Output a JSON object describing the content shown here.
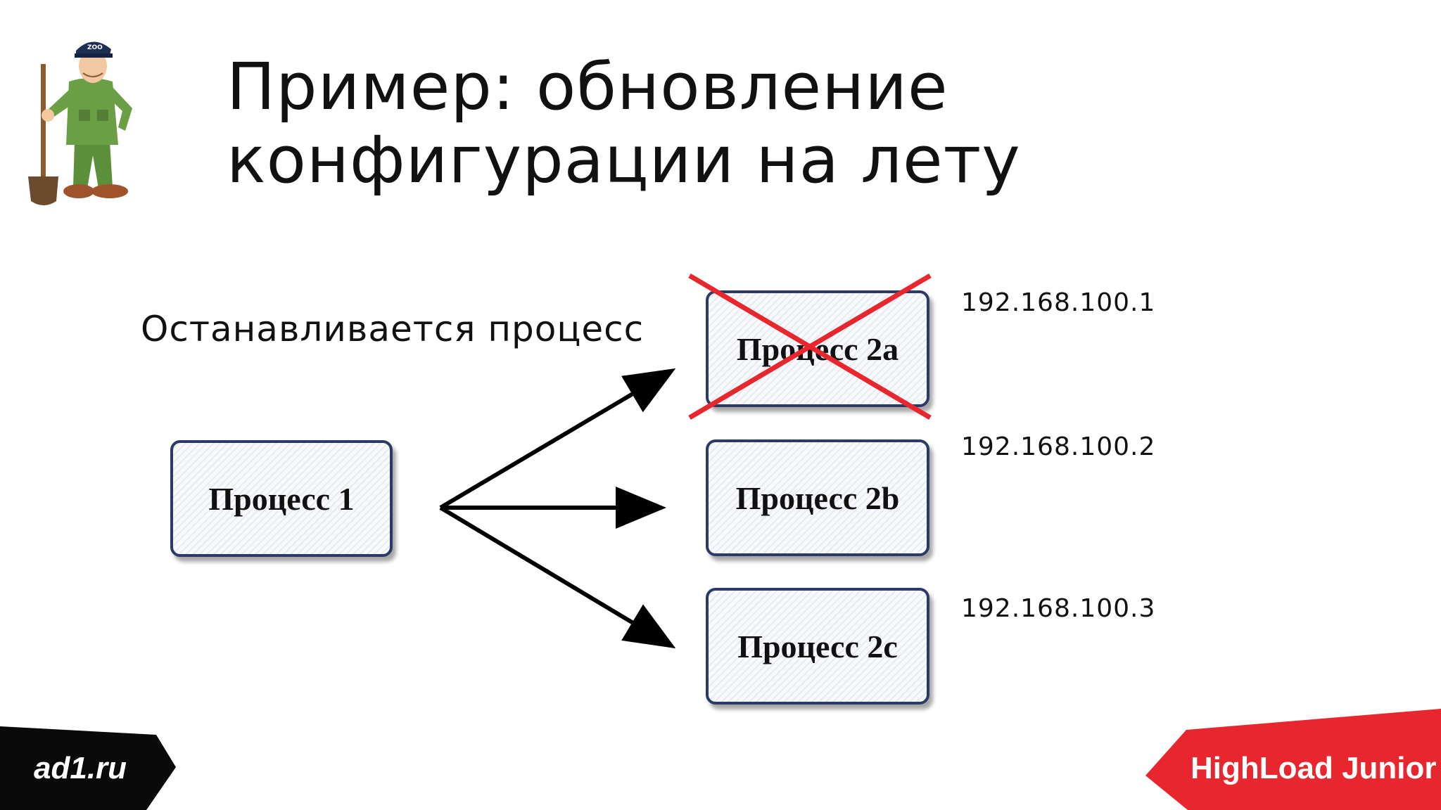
{
  "slide": {
    "title_line1": "Пример: обновление",
    "title_line2": "конфигурации на лету",
    "caption": "Останавливается процесс"
  },
  "diagram": {
    "source": {
      "label": "Процесс 1"
    },
    "targets": [
      {
        "label": "Процесс 2a",
        "ip": "192.168.100.1",
        "stopped": true
      },
      {
        "label": "Процесс 2b",
        "ip": "192.168.100.2",
        "stopped": false
      },
      {
        "label": "Процесс 2c",
        "ip": "192.168.100.3",
        "stopped": false
      }
    ],
    "cross_color": "#e8262d",
    "box_border_color": "#2b3a66"
  },
  "footer": {
    "left_brand": "ad1.ru",
    "right_brand": "HighLoad Junior",
    "accent_red": "#e8262d",
    "dark": "#0a0a0a"
  },
  "icons": {
    "mascot": "zookeeper-mascot-icon"
  }
}
